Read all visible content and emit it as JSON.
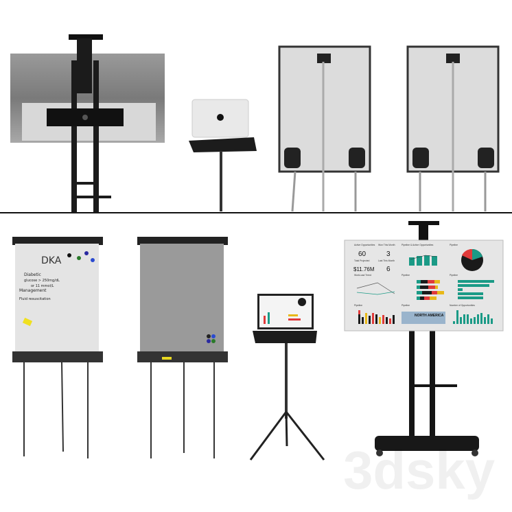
{
  "watermark": "3dsky",
  "colors": {
    "teal": "#1a9a86",
    "black": "#1a1a1a",
    "red": "#e03a3a",
    "yellow": "#e8b818",
    "frame": "#2a2a2a",
    "board": "#c9c9c9"
  },
  "laptop_logo": "apple-icon",
  "whiteboard": {
    "heading": "DKA",
    "line1": "Diabetic",
    "line2": "glucose > 250mg/dL",
    "line3": "or 11 mmol/L",
    "line4": "Management",
    "line5": "Fluid resuscitation"
  },
  "dashboard": {
    "kpis": [
      {
        "label": "Active Opportunities",
        "value": "60"
      },
      {
        "label": "Won This Month",
        "value": "3"
      },
      {
        "label": "Total Projected",
        "value": "$11.76M"
      },
      {
        "label": "Last This Month",
        "value": "6"
      }
    ],
    "panels": {
      "p1": "Pipeline & Active Opportunities",
      "p2": "Pipeline",
      "p3": "WorkLoad Trend",
      "p4": "Pipeline",
      "p5": "Pipeline",
      "p6": "Pipeline",
      "p7": "Pipeline",
      "p8": "Number of Opportunities"
    },
    "map_label": "NORTH AMERICA"
  }
}
